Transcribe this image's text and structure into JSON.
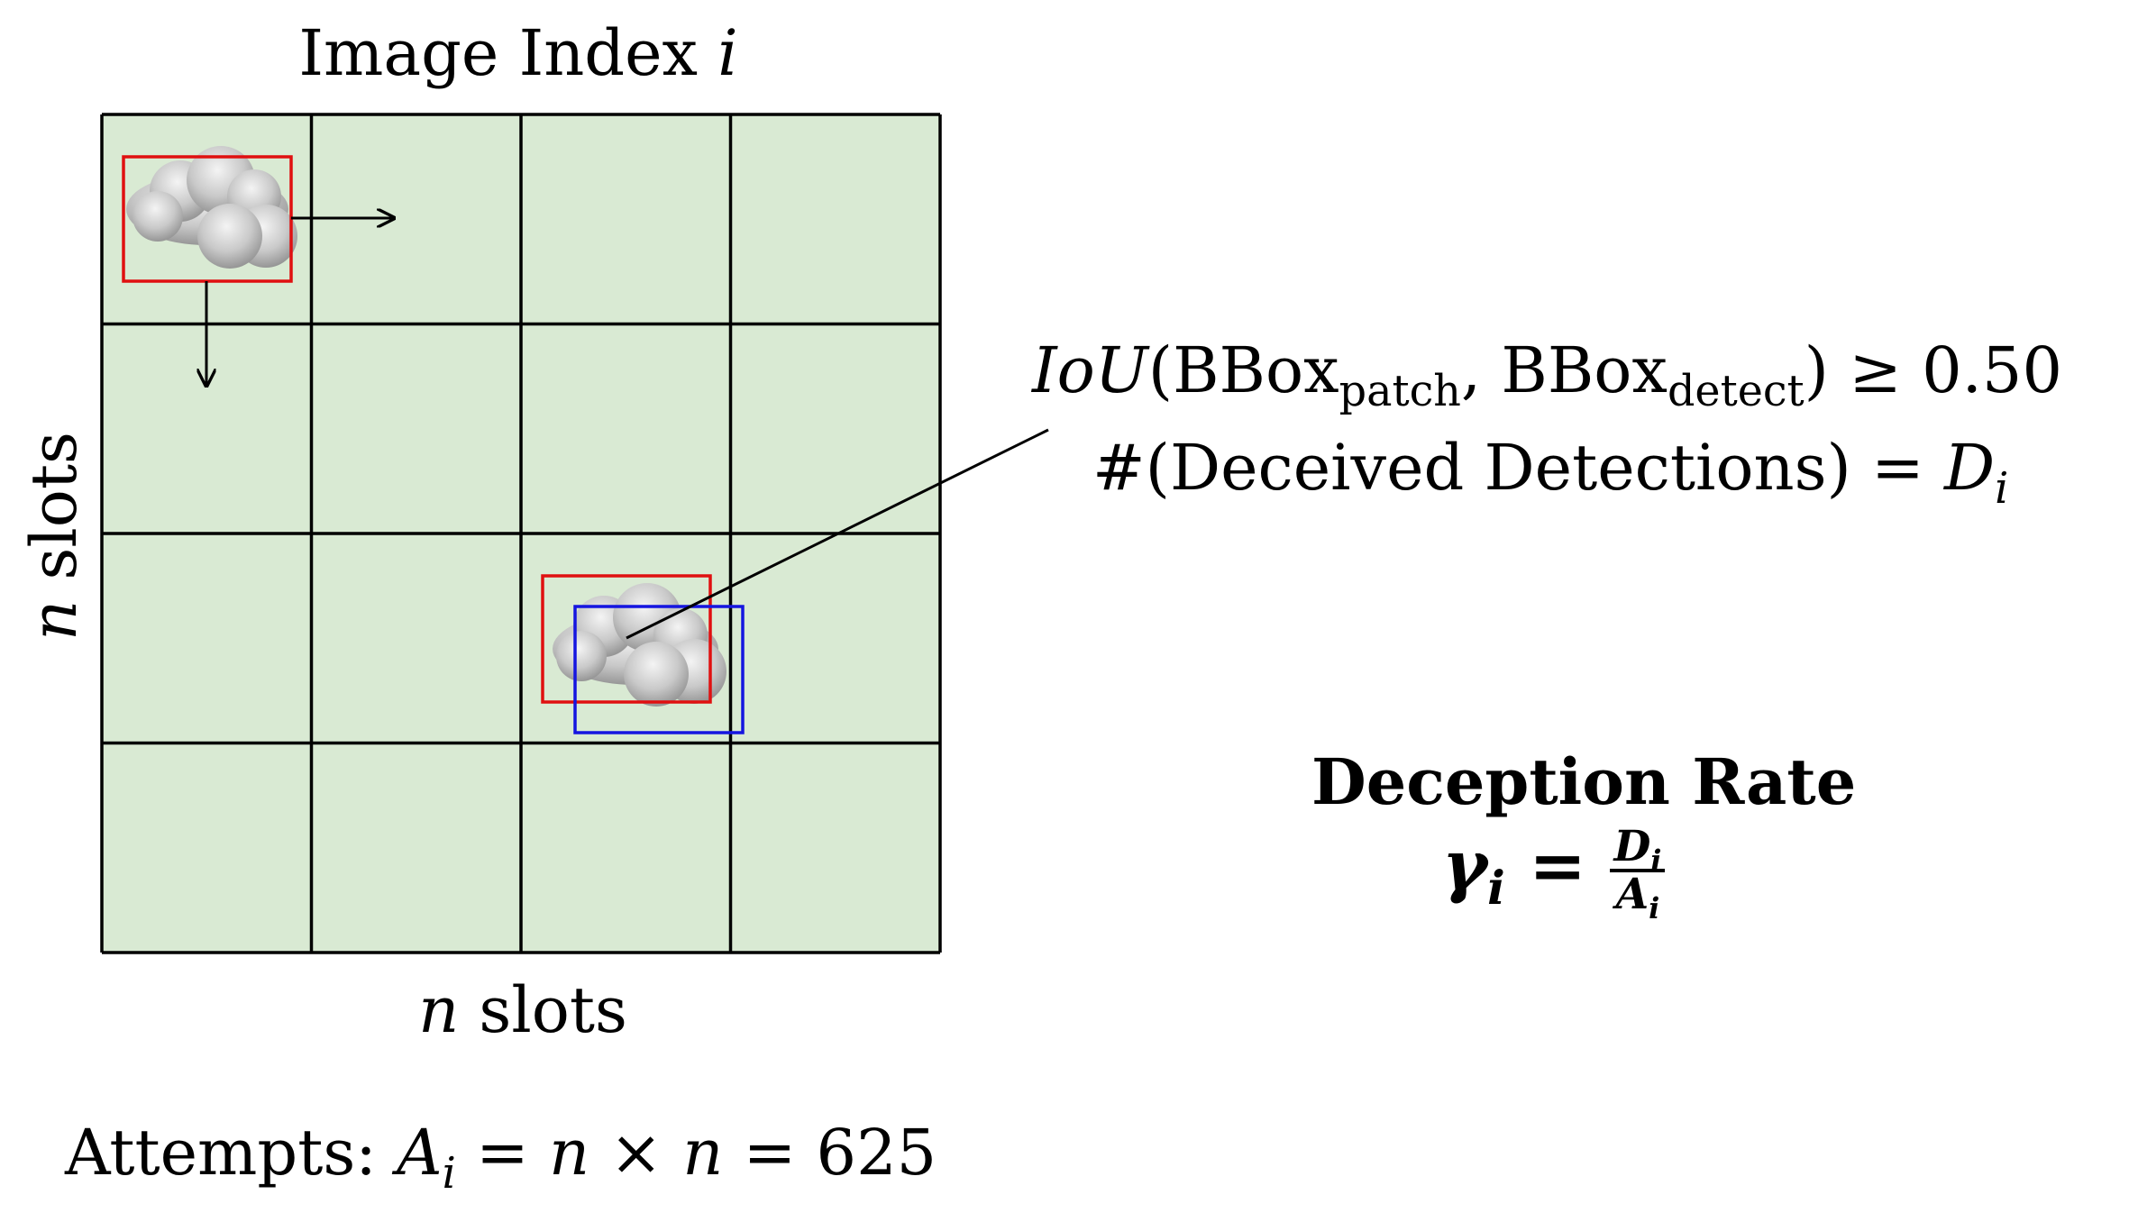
{
  "title": {
    "text": "Image Index ",
    "var": "i"
  },
  "axes": {
    "x_var": "n",
    "x_text": " slots",
    "y_var": "n",
    "y_text": " slots"
  },
  "grid": {
    "rows": 4,
    "cols": 4,
    "fill_color": "#d9ead3",
    "line_color": "#000000"
  },
  "boxes": {
    "patch_color": "#e01010",
    "detect_color": "#1515e0"
  },
  "iou": {
    "func": "IoU",
    "arg1": "BBox",
    "arg1_sub": "patch",
    "arg2": "BBox",
    "arg2_sub": "detect",
    "relation": "≥ 0.50"
  },
  "deceived": {
    "text": "#(Deceived Detections) = ",
    "var": "D",
    "var_sub": "i"
  },
  "deception_rate": {
    "title": "Deception Rate",
    "lhs": "γ",
    "lhs_sub": "i",
    "eq": "=",
    "num": "D",
    "num_sub": "i",
    "den": "A",
    "den_sub": "i"
  },
  "attempts": {
    "label": "Attempts: ",
    "var": "A",
    "var_sub": "i",
    "expr_eq": " = ",
    "n1": "n",
    "times": " × ",
    "n2": "n",
    "result": " = 625"
  }
}
